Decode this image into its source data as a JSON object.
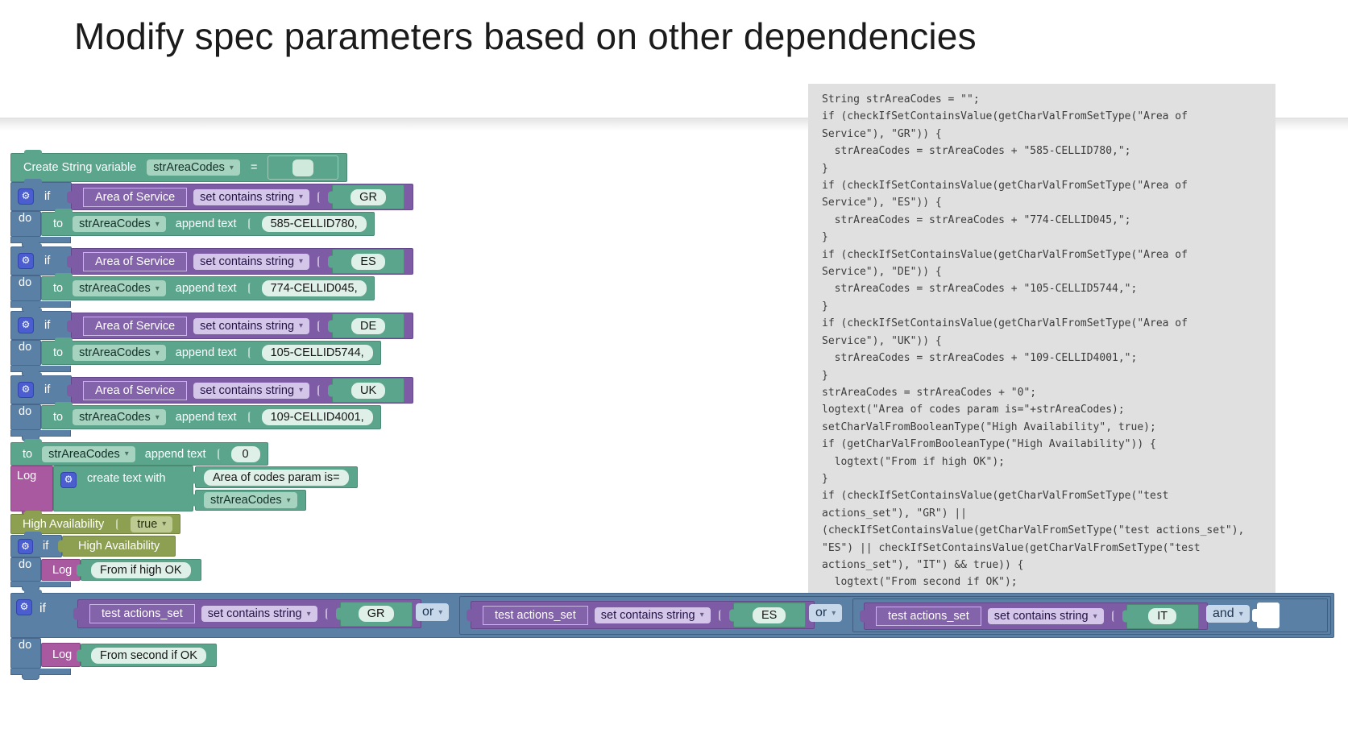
{
  "title": "Modify spec parameters based on other dependencies",
  "colors": {
    "teal": "#5ba58c",
    "blue": "#5b80a5",
    "purple": "#7d5ba5",
    "olive": "#8d9f50",
    "magenta": "#a9599f",
    "panel_bg": "#e0e0e0"
  },
  "code_panel": {
    "lines": [
      "String strAreaCodes = \"\";",
      "if (checkIfSetContainsValue(getCharValFromSetType(\"Area of",
      "Service\"), \"GR\")) {",
      "  strAreaCodes = strAreaCodes + \"585-CELLID780,\";",
      "}",
      "if (checkIfSetContainsValue(getCharValFromSetType(\"Area of",
      "Service\"), \"ES\")) {",
      "  strAreaCodes = strAreaCodes + \"774-CELLID045,\";",
      "}",
      "if (checkIfSetContainsValue(getCharValFromSetType(\"Area of",
      "Service\"), \"DE\")) {",
      "  strAreaCodes = strAreaCodes + \"105-CELLID5744,\";",
      "}",
      "if (checkIfSetContainsValue(getCharValFromSetType(\"Area of",
      "Service\"), \"UK\")) {",
      "  strAreaCodes = strAreaCodes + \"109-CELLID4001,\";",
      "}",
      "strAreaCodes = strAreaCodes + \"0\";",
      "logtext(\"Area of codes param is=\"+strAreaCodes);",
      "setCharValFromBooleanType(\"High Availability\", true);",
      "if (getCharValFromBooleanType(\"High Availability\")) {",
      "  logtext(\"From if high OK\");",
      "}",
      "if (checkIfSetContainsValue(getCharValFromSetType(\"test",
      "actions_set\"), \"GR\") ||",
      "(checkIfSetContainsValue(getCharValFromSetType(\"test actions_set\"),",
      "\"ES\") || checkIfSetContainsValue(getCharValFromSetType(\"test",
      "actions_set\"), \"IT\") && true)) {",
      "  logtext(\"From second if OK\");",
      "}"
    ]
  },
  "blocks": {
    "if_label": "if",
    "do_label": "do",
    "create_var": {
      "label": "Create String variable",
      "var_name": "strAreaCodes",
      "equals": "="
    },
    "area_ifs": [
      {
        "subject": "Area of Service",
        "op": "set contains string",
        "value": "GR",
        "to": "to",
        "var_name": "strAreaCodes",
        "append": "append text",
        "text": "585-CELLID780,"
      },
      {
        "subject": "Area of Service",
        "op": "set contains string",
        "value": "ES",
        "to": "to",
        "var_name": "strAreaCodes",
        "append": "append text",
        "text": "774-CELLID045,"
      },
      {
        "subject": "Area of Service",
        "op": "set contains string",
        "value": "DE",
        "to": "to",
        "var_name": "strAreaCodes",
        "append": "append text",
        "text": "105-CELLID5744,"
      },
      {
        "subject": "Area of Service",
        "op": "set contains string",
        "value": "UK",
        "to": "to",
        "var_name": "strAreaCodes",
        "append": "append text",
        "text": "109-CELLID4001,"
      }
    ],
    "append_zero": {
      "to": "to",
      "var_name": "strAreaCodes",
      "append": "append text",
      "text": "0"
    },
    "log_create": {
      "log": "Log",
      "label": "create text with",
      "arg_text": "Area of codes param is=",
      "arg_var": "strAreaCodes"
    },
    "ha_set": {
      "label": "High Availability",
      "value": "true"
    },
    "if_ha": {
      "cond": "High Availability",
      "log": "Log",
      "text": "From if high OK"
    },
    "big_if": {
      "conds": [
        {
          "subject": "test actions_set",
          "op": "set contains string",
          "value": "GR"
        },
        {
          "subject": "test actions_set",
          "op": "set contains string",
          "value": "ES"
        },
        {
          "subject": "test actions_set",
          "op": "set contains string",
          "value": "IT"
        }
      ],
      "join1": "or",
      "join2": "or",
      "join3": "and",
      "log": "Log",
      "text": "From second if OK"
    }
  }
}
